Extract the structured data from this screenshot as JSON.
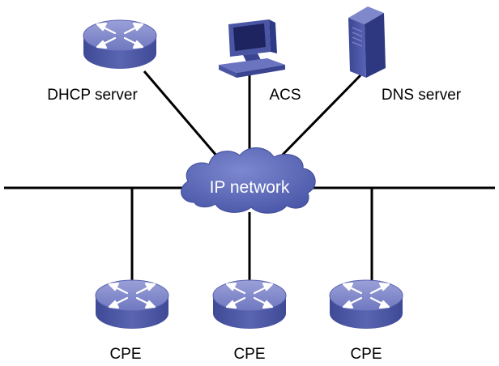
{
  "cloud": {
    "label": "IP network"
  },
  "nodes": {
    "dhcp_server": {
      "label": "DHCP server",
      "icon": "router-icon"
    },
    "acs": {
      "label": "ACS",
      "icon": "workstation-icon"
    },
    "dns_server": {
      "label": "DNS server",
      "icon": "server-tower-icon"
    },
    "cpe": [
      {
        "label": "CPE",
        "icon": "router-icon"
      },
      {
        "label": "CPE",
        "icon": "router-icon"
      },
      {
        "label": "CPE",
        "icon": "router-icon"
      }
    ]
  },
  "colors": {
    "device_top": "#7f86c9",
    "device_side": "#4f5aa6",
    "cloud": "#5c6ab8",
    "line": "#000000"
  }
}
